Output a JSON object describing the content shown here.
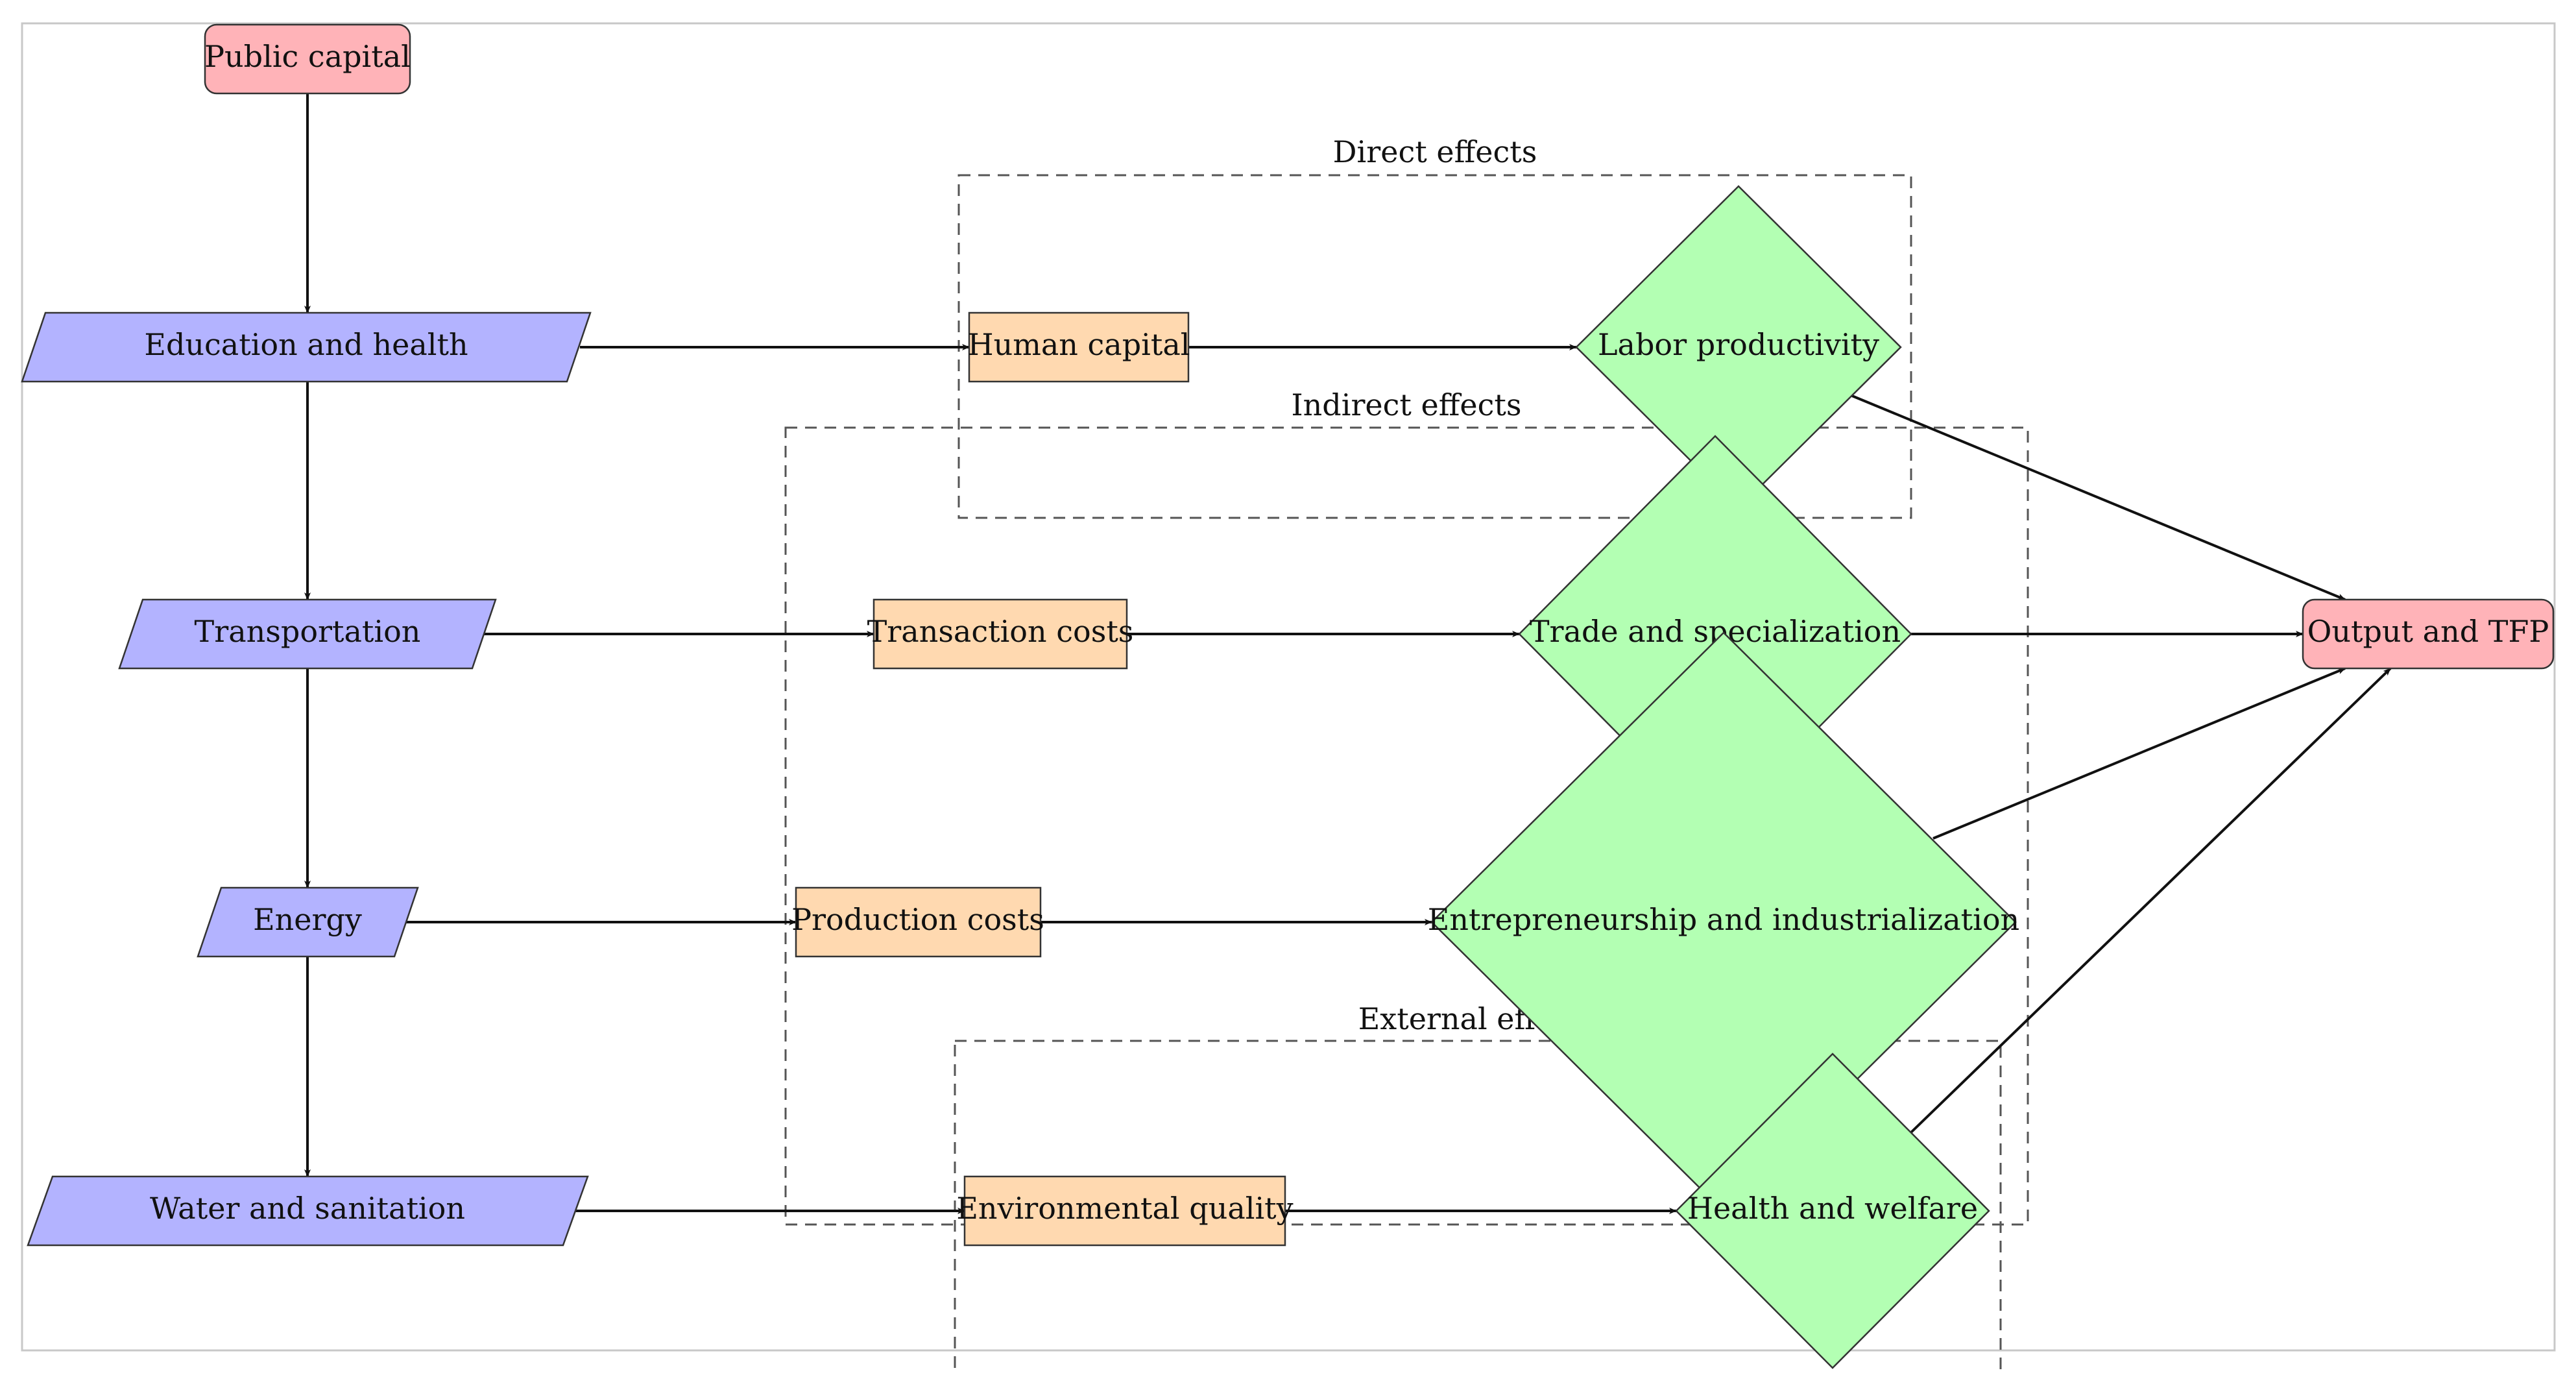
{
  "diagram": {
    "colors": {
      "endpoint": "#FFB3B8",
      "sector": "#B3B3FF",
      "channel": "#FFD9B0",
      "effect": "#B3FFB3"
    },
    "groups": {
      "direct": "Direct effects",
      "indirect": "Indirect effects",
      "external": "External effects"
    },
    "nodes": {
      "public_capital": "Public capital",
      "education_health": "Education and health",
      "transportation": "Transportation",
      "energy": "Energy",
      "water_sanitation": "Water and sanitation",
      "human_capital": "Human capital",
      "transaction_costs": "Transaction costs",
      "production_costs": "Production costs",
      "environmental_quality": "Environmental quality",
      "labor_productivity": "Labor productivity",
      "trade_specialization": "Trade and specialization",
      "entrepreneurship": "Entrepreneurship and industrialization",
      "health_welfare": "Health and welfare",
      "output_tfp": "Output and TFP"
    },
    "edges": [
      [
        "public_capital",
        "education_health"
      ],
      [
        "public_capital",
        "transportation"
      ],
      [
        "public_capital",
        "energy"
      ],
      [
        "public_capital",
        "water_sanitation"
      ],
      [
        "education_health",
        "human_capital"
      ],
      [
        "transportation",
        "transaction_costs"
      ],
      [
        "energy",
        "production_costs"
      ],
      [
        "water_sanitation",
        "environmental_quality"
      ],
      [
        "human_capital",
        "labor_productivity"
      ],
      [
        "transaction_costs",
        "trade_specialization"
      ],
      [
        "production_costs",
        "entrepreneurship"
      ],
      [
        "environmental_quality",
        "health_welfare"
      ],
      [
        "labor_productivity",
        "output_tfp"
      ],
      [
        "trade_specialization",
        "output_tfp"
      ],
      [
        "entrepreneurship",
        "output_tfp"
      ],
      [
        "health_welfare",
        "output_tfp"
      ]
    ]
  }
}
